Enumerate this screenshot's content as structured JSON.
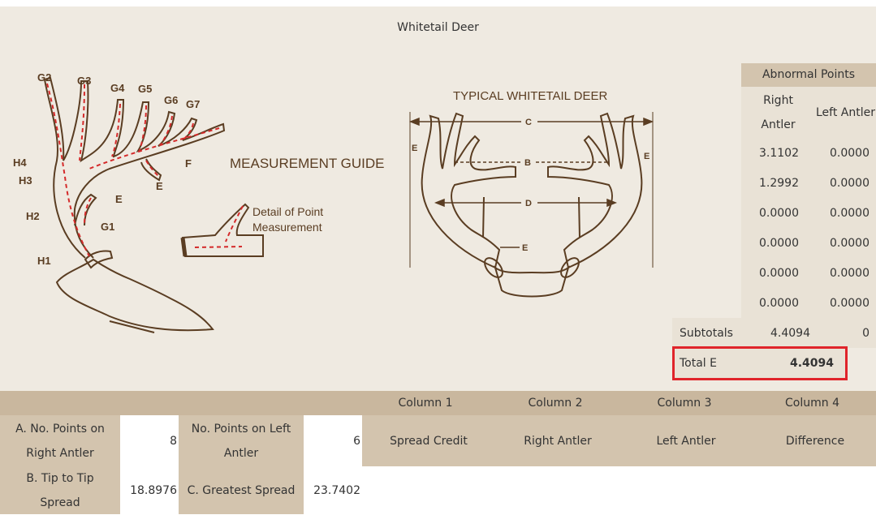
{
  "page": {
    "title": "Whitetail Deer"
  },
  "diagram": {
    "guide_title": "MEASUREMENT GUIDE",
    "typical_title": "TYPICAL WHITETAIL DEER",
    "detail_label_1": "Detail of Point",
    "detail_label_2": "Measurement",
    "left_labels": [
      "G2",
      "G3",
      "G4",
      "G5",
      "G6",
      "G7",
      "H4",
      "H3",
      "H2",
      "H1",
      "E",
      "G1",
      "F",
      "E"
    ],
    "right_labels": [
      "C",
      "B",
      "D",
      "E",
      "E",
      "E"
    ]
  },
  "abnormal": {
    "header": "Abnormal Points",
    "col_right": "Right Antler",
    "col_left": "Left Antler",
    "rows": [
      {
        "right": "3.1102",
        "left": "0.0000"
      },
      {
        "right": "1.2992",
        "left": "0.0000"
      },
      {
        "right": "0.0000",
        "left": "0.0000"
      },
      {
        "right": "0.0000",
        "left": "0.0000"
      },
      {
        "right": "0.0000",
        "left": "0.0000"
      },
      {
        "right": "0.0000",
        "left": "0.0000"
      }
    ],
    "subtotals_label": "Subtotals",
    "subtotal_right": "4.4094",
    "subtotal_left": "0",
    "total_label": "Total E",
    "total_value": "4.4094"
  },
  "score_table": {
    "columns": [
      "Column 1",
      "Column 2",
      "Column 3",
      "Column 4"
    ],
    "col_desc": [
      "Spread Credit",
      "Right Antler",
      "Left Antler",
      "Difference"
    ],
    "a_label": "A. No. Points on Right Antler",
    "a_value": "8",
    "left_points_label": "No. Points on Left Antler",
    "left_points_value": "6",
    "b_label": "B. Tip to Tip Spread",
    "b_value": "18.8976",
    "c_label": "C. Greatest Spread",
    "c_value": "23.7402"
  },
  "colors": {
    "panel": "#efeae1",
    "tan": "#d3c4ae",
    "header_bar": "#c9b79e",
    "highlight": "#e0242b",
    "antler_line": "#5a3d22",
    "dashed": "#d42a2a"
  }
}
